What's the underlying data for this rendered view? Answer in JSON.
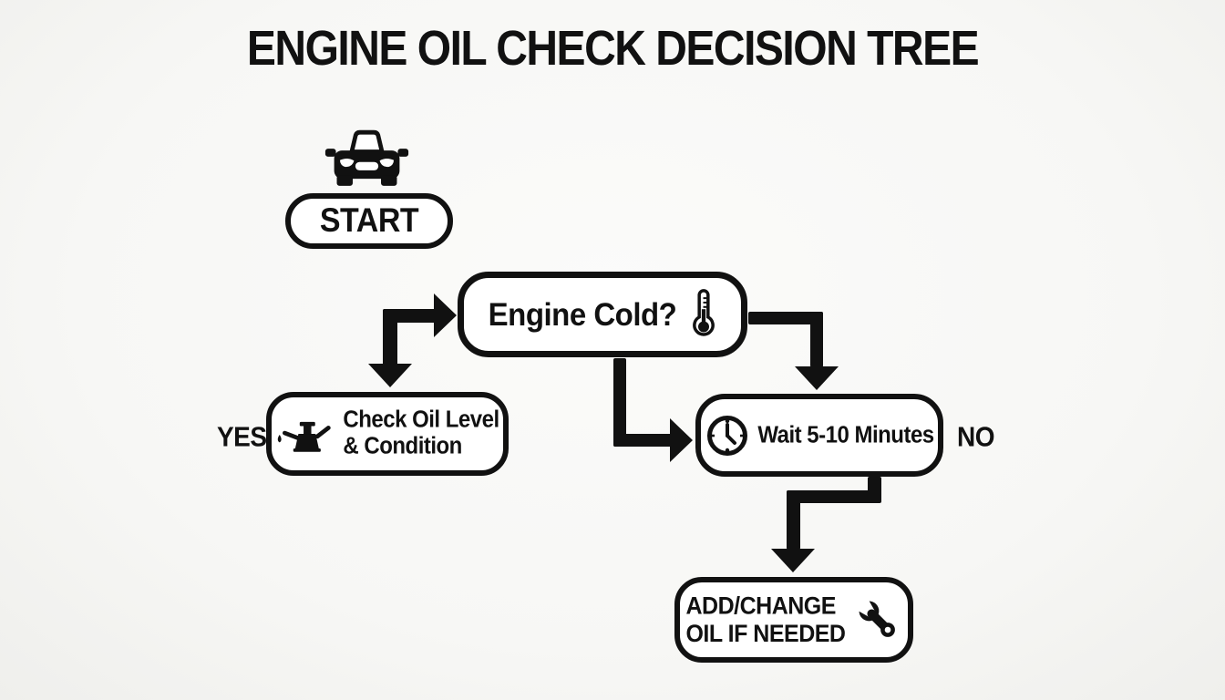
{
  "diagram": {
    "title": "ENGINE OIL CHECK DECISION TREE",
    "nodes": {
      "start": {
        "label": "START",
        "icon": "car-icon"
      },
      "engine_cold": {
        "label": "Engine Cold?",
        "icon": "thermometer-icon"
      },
      "check_oil": {
        "line1": "Check Oil Level",
        "line2": "& Condition",
        "icon": "oil-can-icon"
      },
      "wait": {
        "label": "Wait 5-10 Minutes",
        "icon": "clock-icon"
      },
      "add_change": {
        "line1": "ADD/CHANGE",
        "line2": "OIL IF NEEDED",
        "icon": "wrench-icon"
      }
    },
    "branch_labels": {
      "yes": "YES",
      "no": "NO"
    },
    "colors": {
      "ink": "#111111",
      "node_fill": "#ffffff",
      "background": "#f7f7f5"
    }
  }
}
